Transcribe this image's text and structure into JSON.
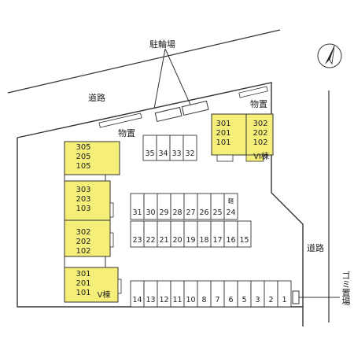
{
  "labels": {
    "bicycle_parking": "駐輪場",
    "road_top": "道路",
    "road_right": "道路",
    "storage_left": "物置",
    "storage_right": "物置",
    "garbage": "ゴミ置場",
    "light_car": "軽"
  },
  "buildings": {
    "v": {
      "name": "V棟",
      "groups": [
        [
          "305",
          "205",
          "105"
        ],
        [
          "303",
          "203",
          "103"
        ],
        [
          "302",
          "202",
          "102"
        ],
        [
          "301",
          "201",
          "101"
        ]
      ]
    },
    "vi": {
      "name": "VI棟",
      "groups": [
        [
          "301",
          "201",
          "101"
        ],
        [
          "302",
          "202",
          "102"
        ]
      ]
    }
  },
  "parking": {
    "row_top": [
      "35",
      "34",
      "33",
      "32"
    ],
    "row_mid_upper": [
      "31",
      "30",
      "29",
      "28",
      "27",
      "26",
      "25",
      "24"
    ],
    "row_mid_lower": [
      "23",
      "22",
      "21",
      "20",
      "19",
      "18",
      "17",
      "16",
      "15"
    ],
    "row_bottom": [
      "14",
      "13",
      "12",
      "11",
      "10",
      "8",
      "7",
      "6",
      "5",
      "3",
      "2",
      "1"
    ]
  },
  "colors": {
    "building": "#f5ef7a",
    "lines": "#333333"
  },
  "icons": {
    "north": "north-arrow-icon"
  }
}
